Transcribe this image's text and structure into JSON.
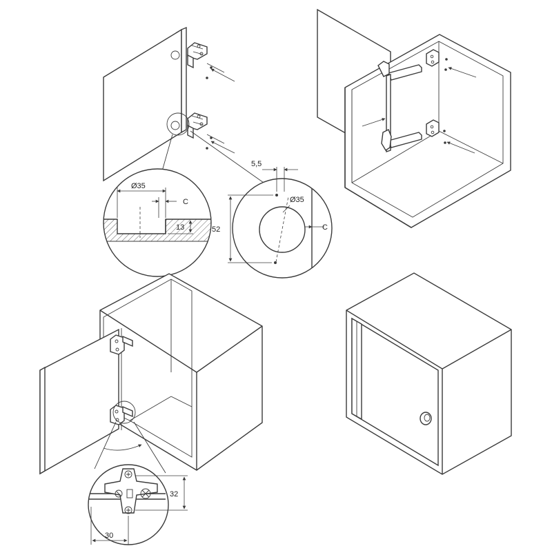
{
  "dimensions": {
    "drill_diameter_section": "Ø35",
    "edge_distance_section": "C",
    "cup_depth": "13",
    "drill_diameter_detail": "Ø35",
    "screw_offset": "5,5",
    "screw_spacing": "52",
    "edge_distance_detail": "C",
    "plate_height": "32",
    "plate_distance": "30"
  },
  "colors": {
    "line": "#3a3a3a",
    "background": "#ffffff"
  }
}
